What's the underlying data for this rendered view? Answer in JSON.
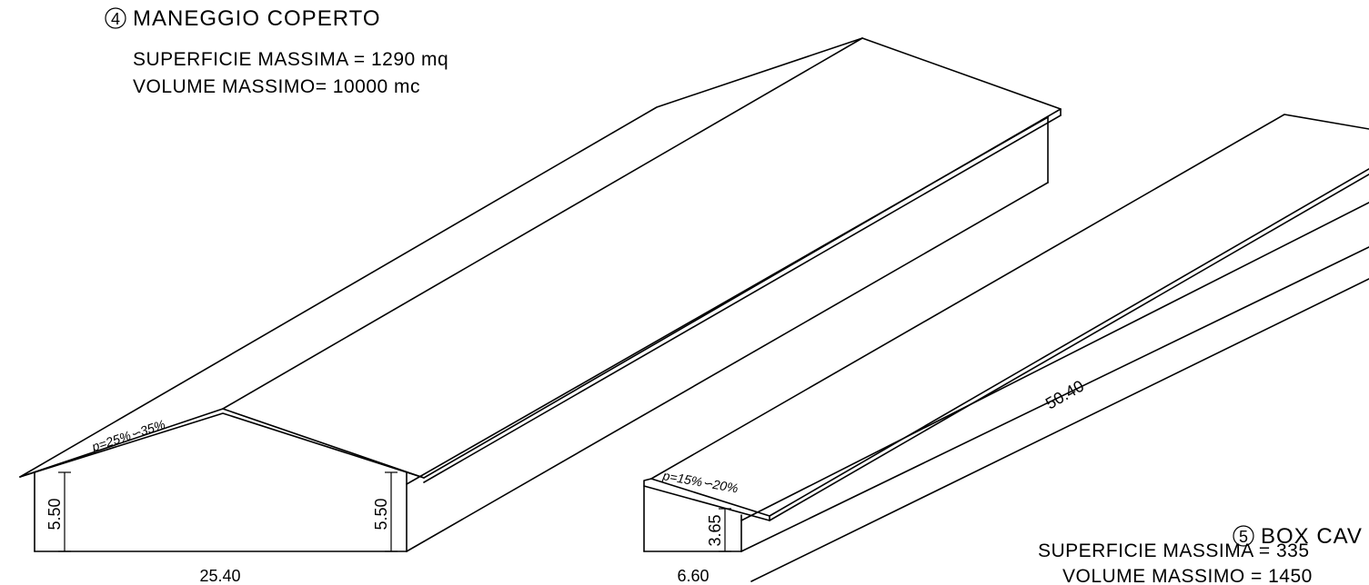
{
  "building_4": {
    "marker": "4",
    "title": "MANEGGIO COPERTO",
    "surface_label": "SUPERFICIE MASSIMA = 1290 mq",
    "volume_label": "VOLUME MASSIMO= 10000 mc",
    "slope_label": "p=25%∽35%",
    "height_left": "5.50",
    "height_right": "5.50",
    "width": "25.40"
  },
  "building_5": {
    "marker": "5",
    "title": "BOX CAV",
    "surface_label": "SUPERFICIE MASSIMA = 335",
    "volume_label": "VOLUME MASSIMO = 1450",
    "slope_label": "p=15%∽20%",
    "height": "3.65",
    "width": "6.60",
    "length": "50.40"
  },
  "colors": {
    "line": "#000000",
    "background": "#ffffff"
  }
}
